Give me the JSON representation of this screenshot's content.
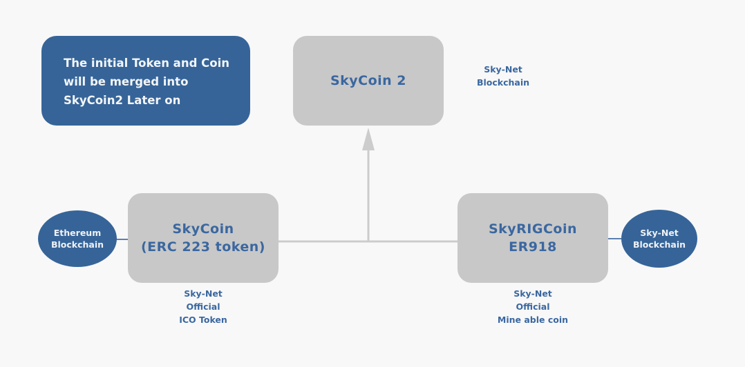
{
  "diagram": {
    "note": {
      "lines": [
        "The initial Token and Coin",
        "will be merged into",
        "SkyCoin2 Later on"
      ]
    },
    "nodes": {
      "skycoin2": {
        "lines": [
          "SkyCoin 2"
        ],
        "side_label": [
          "Sky-Net",
          "Blockchain"
        ]
      },
      "skycoin": {
        "lines": [
          "SkyCoin",
          "(ERC 223 token)"
        ],
        "caption": [
          "Sky-Net",
          "Official",
          "ICO Token"
        ]
      },
      "skyrigcoin": {
        "lines": [
          "SkyRIGCoin",
          "ER918"
        ],
        "caption": [
          "Sky-Net",
          "Official",
          "Mine able coin"
        ]
      },
      "ethereum": {
        "lines": [
          "Ethereum",
          "Blockchain"
        ]
      },
      "skynet": {
        "lines": [
          "Sky-Net",
          "Blockchain"
        ]
      }
    },
    "edges": [
      {
        "from": "ethereum",
        "to": "skycoin",
        "arrow": false
      },
      {
        "from": "skycoin",
        "to": "skyrigcoin",
        "arrow": false
      },
      {
        "from": "skyrigcoin",
        "to": "skynet",
        "arrow": false
      },
      {
        "from": "skycoin-skyrigcoin-link",
        "to": "skycoin2",
        "arrow": true
      }
    ],
    "colors": {
      "background": "#f8f8f8",
      "accent_blue": "#366498",
      "box_gray": "#c8c8c8",
      "text_blue": "#3a67a0",
      "connector_gray": "#cccccc"
    }
  }
}
